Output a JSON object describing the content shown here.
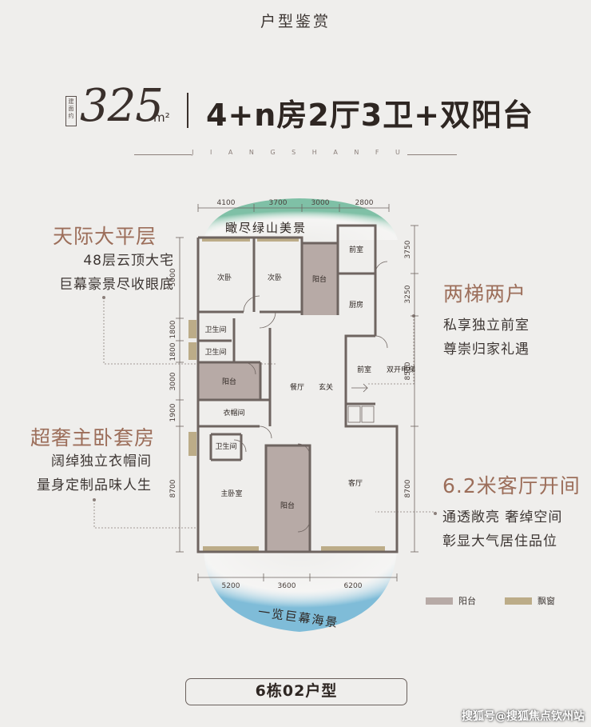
{
  "header": {
    "title": "户型鉴赏"
  },
  "area": {
    "label": "建面约",
    "number": "325",
    "unit": "m²"
  },
  "layout_title": "4+n房2厅3卫+双阳台",
  "subtitle_en": "J I A N G   S H A N   F U",
  "views": {
    "top": "瞰尽绿山美景",
    "bottom": "一览巨幕海景"
  },
  "callouts": {
    "c1": {
      "title": "天际大平层",
      "lines": [
        "48层云顶大宅",
        "巨幕豪景尽收眼底"
      ]
    },
    "c2": {
      "title": "两梯两户",
      "lines": [
        "私享独立前室",
        "尊崇归家礼遇"
      ]
    },
    "c3": {
      "title": "超奢主卧套房",
      "lines": [
        "阔绰独立衣帽间",
        "量身定制品味人生"
      ]
    },
    "c4": {
      "title": "6.2米客厅开间",
      "lines": [
        "通透敞亮 奢绰空间",
        "彰显大气居住品位"
      ]
    }
  },
  "dims": {
    "top": [
      "4100",
      "3700",
      "3000",
      "2800"
    ],
    "bottom": [
      "5200",
      "3600",
      "6200"
    ],
    "left": [
      "5000",
      "1800",
      "1800",
      "3000",
      "1900",
      "8700"
    ],
    "right": [
      "3750",
      "3250",
      "8500",
      "8700"
    ]
  },
  "rooms": {
    "bed2a": "次卧",
    "bed2b": "次卧",
    "balcony_top": "阳台",
    "vestibule_top": "前室",
    "kitchen": "厨房",
    "bath1": "卫生间",
    "bath2": "卫生间",
    "balcony_mid": "阳台",
    "dining": "餐厅",
    "foyer": "玄关",
    "vestibule_mid": "前室",
    "elevator": "双开电梯",
    "closet": "衣帽间",
    "bath3": "卫生间",
    "master": "主卧室",
    "balcony_bottom": "阳台",
    "living": "客厅"
  },
  "legend": {
    "balcony": {
      "label": "阳台",
      "color": "#b7aaa6"
    },
    "bay": {
      "label": "飘窗",
      "color": "#bcac88"
    }
  },
  "colors": {
    "green_view": "#8fc8b0",
    "blue_view": "#8ec4dc",
    "wall": "#6e6460"
  },
  "footer": "6栋02户型",
  "watermark": "搜狐号@搜狐焦点钦州站"
}
